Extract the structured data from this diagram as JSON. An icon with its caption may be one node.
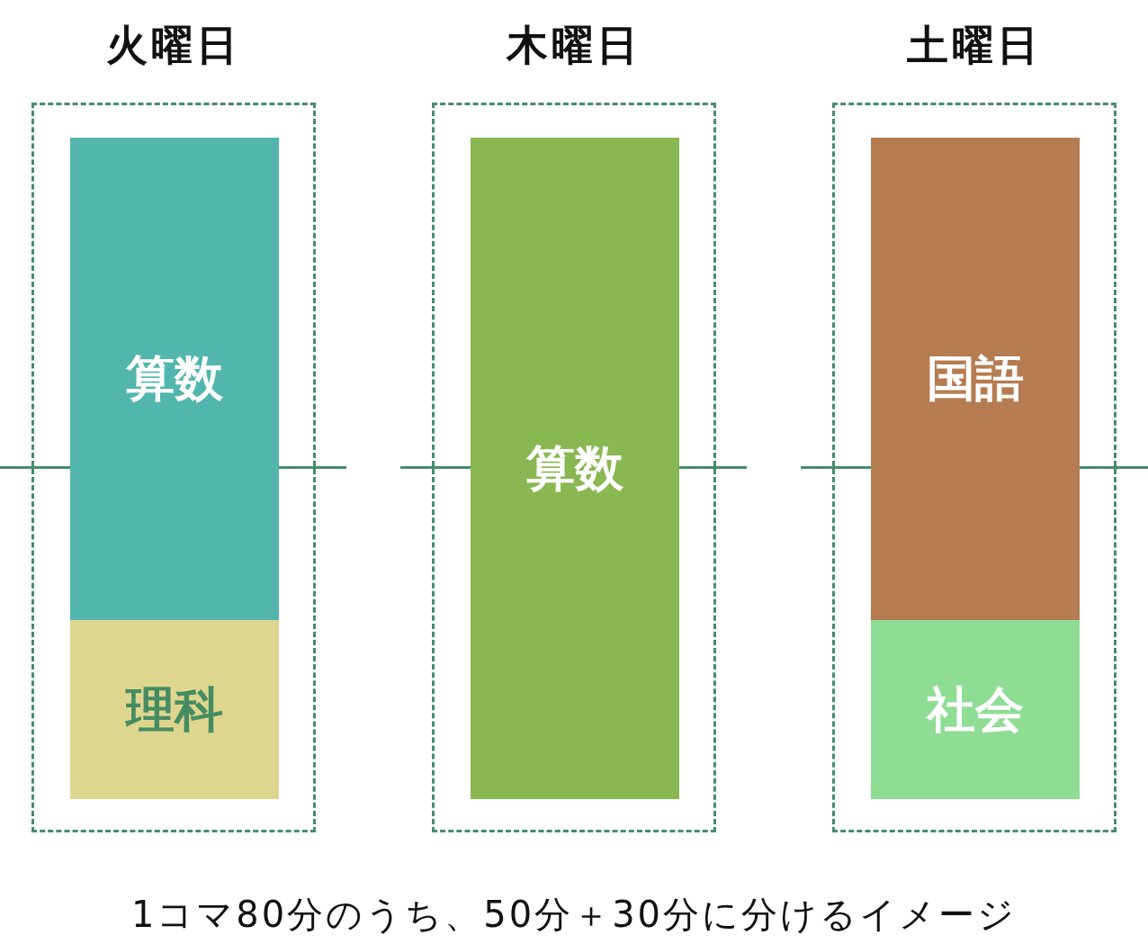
{
  "diagram": {
    "nodes": [
      {
        "text": [
          "火曜日"
        ]
      },
      {
        "text": [
          "算数"
        ],
        "in": 0
      },
      {
        "text": [
          "理科"
        ],
        "in": 0
      },
      {
        "text": [
          "木曜日"
        ]
      },
      {
        "text": [
          "算数"
        ],
        "in": 3
      },
      {
        "text": [
          "土曜日"
        ]
      },
      {
        "text": [
          "国語"
        ],
        "in": 5
      },
      {
        "text": [
          "社会"
        ],
        "in": 5
      }
    ],
    "edges": [],
    "caption": "1コマ80分のうち、50分＋30分に分けるイメージ"
  }
}
